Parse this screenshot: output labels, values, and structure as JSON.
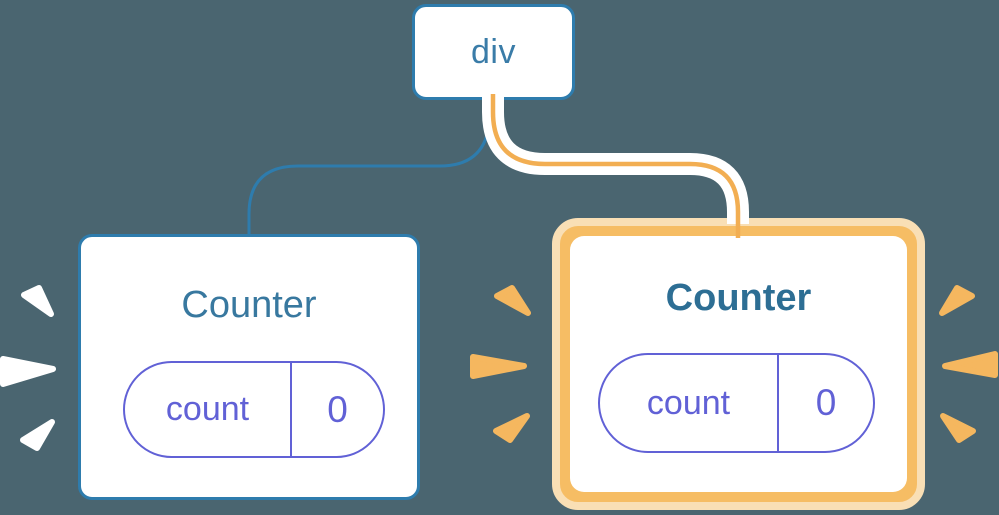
{
  "diagram": {
    "root": {
      "label": "div"
    },
    "nodes": [
      {
        "title": "Counter",
        "state": {
          "key": "count",
          "value": "0"
        },
        "highlighted": false
      },
      {
        "title": "Counter",
        "state": {
          "key": "count",
          "value": "0"
        },
        "highlighted": true
      }
    ],
    "colors": {
      "background": "#4A6570",
      "node_border_blue": "#2E7CAD",
      "root_label_blue": "#3A7CA8",
      "title_blue_plain": "#38789F",
      "title_blue_bold": "#2D6E94",
      "state_purple": "#6161D6",
      "highlight_orange": "#F6BD64",
      "highlight_orange_light": "#F9DFB5",
      "connector_orange": "#F2AE52",
      "burst_orange": "#F5B75F",
      "burst_white": "#FFFFFF",
      "card_background": "#FFFFFF"
    }
  }
}
